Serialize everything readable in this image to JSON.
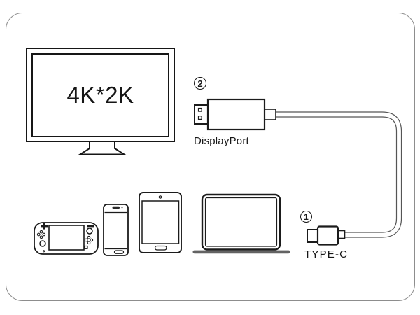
{
  "figure": {
    "monitor": {
      "resolution": "4K*2K"
    },
    "steps": {
      "displayport": {
        "number": "2",
        "label": "DisplayPort"
      },
      "typec": {
        "number": "1",
        "label": "TYPE-C"
      }
    },
    "devices": [
      "game-console",
      "smartphone",
      "tablet",
      "laptop"
    ],
    "colors": {
      "line": "#1b1b1b",
      "frame_border": "#8d8d8d",
      "cable": "#555555",
      "laptop_base": "#636363",
      "background": "#ffffff"
    }
  }
}
